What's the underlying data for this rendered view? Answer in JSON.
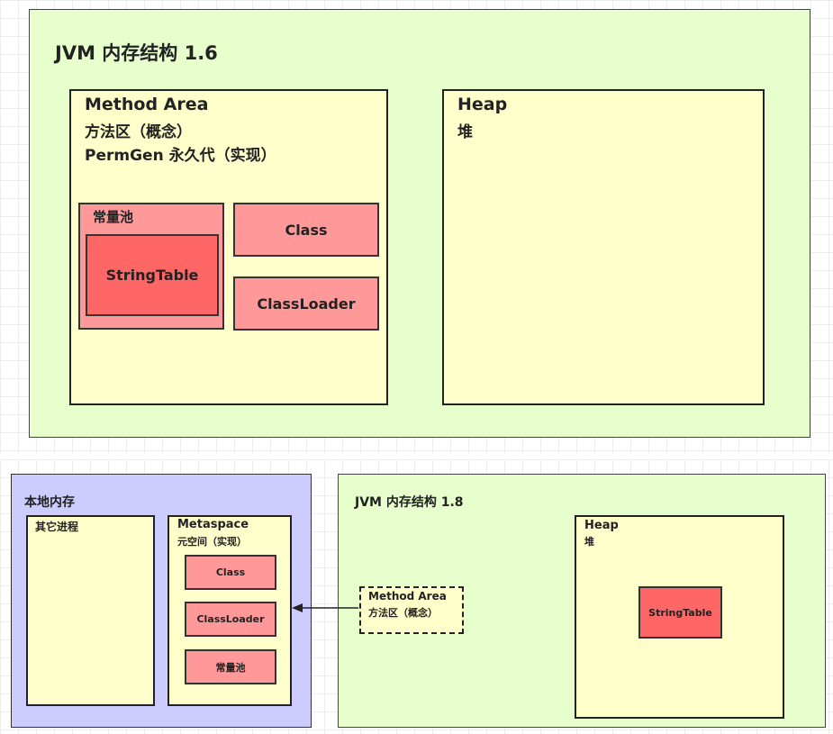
{
  "top": {
    "title": "JVM 内存结构 1.6",
    "method_area": {
      "title": "Method Area",
      "line2": "方法区（概念）",
      "line3": "PermGen 永久代（实现）",
      "constant_pool": "常量池",
      "string_table": "StringTable",
      "class": "Class",
      "class_loader": "ClassLoader"
    },
    "heap": {
      "title": "Heap",
      "subtitle": "堆"
    }
  },
  "bottom": {
    "native": {
      "title": "本地内存",
      "other_processes": "其它进程",
      "metaspace_title": "Metaspace",
      "metaspace_subtitle": "元空间（实现）",
      "class": "Class",
      "class_loader": "ClassLoader",
      "constant_pool": "常量池"
    },
    "jvm": {
      "title": "JVM 内存结构 1.8",
      "method_area_title": "Method Area",
      "method_area_subtitle": "方法区（概念）",
      "heap_title": "Heap",
      "heap_subtitle": "堆",
      "string_table": "StringTable"
    }
  },
  "colors": {
    "green": "#e6ffcc",
    "yellow": "#ffffcc",
    "purple": "#ccccff",
    "pink": "#ff9999",
    "red": "#ff6666"
  }
}
